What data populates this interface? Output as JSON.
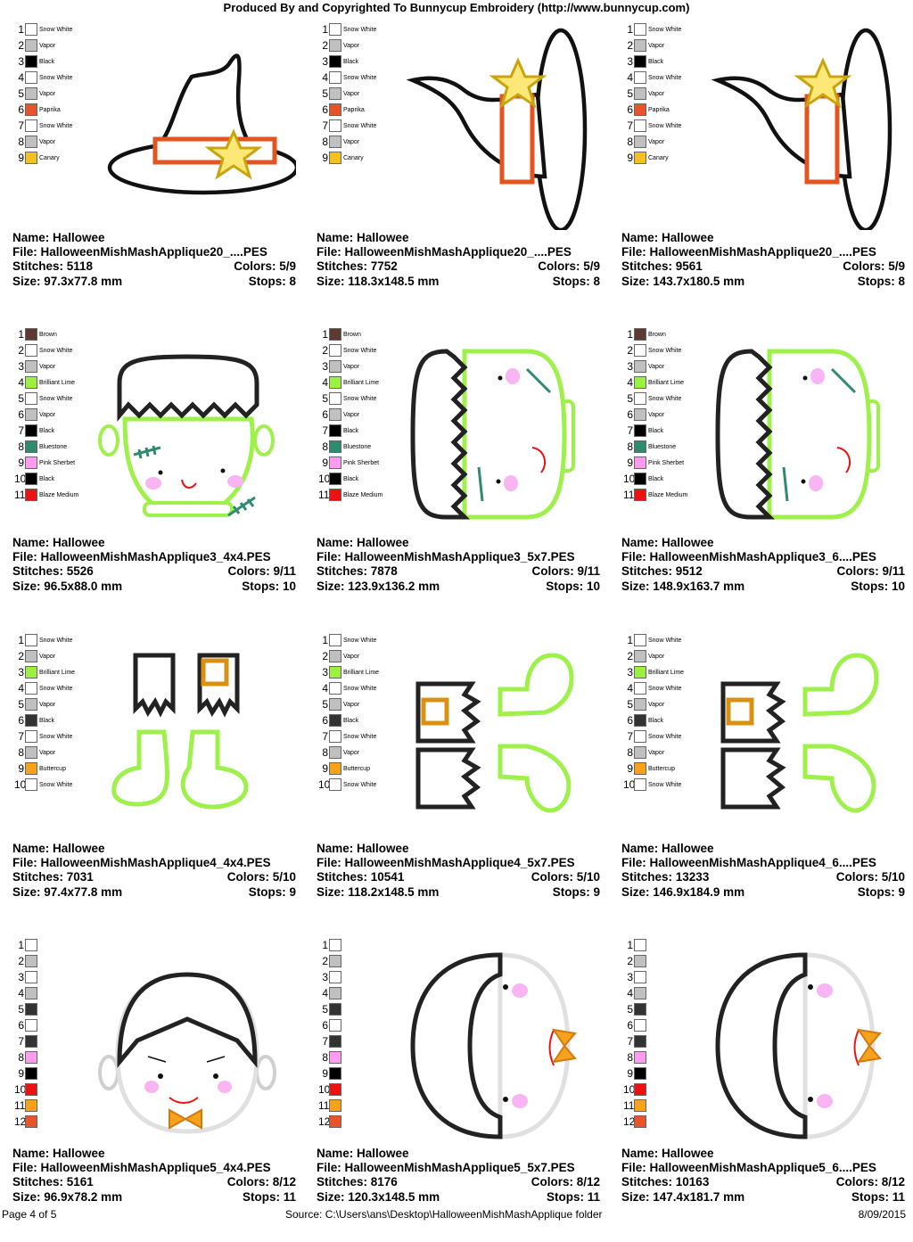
{
  "header": "Produced By and Copyrighted To Bunnycup Embroidery (http://www.bunnycup.com)",
  "footer": {
    "page": "Page 4 of 5",
    "source": "Source: C:\\Users\\ans\\Desktop\\HalloweenMishMashApplique folder",
    "date": "8/09/2015"
  },
  "labels": {
    "name": "Name:",
    "file": "File:",
    "stitches": "Stitches:",
    "size": "Size:",
    "colors": "Colors:",
    "stops": "Stops:"
  },
  "palettes": {
    "hat": [
      {
        "n": "1",
        "name": "Snow White",
        "color": "#ffffff"
      },
      {
        "n": "2",
        "name": "Vapor",
        "color": "#c0c0c0"
      },
      {
        "n": "3",
        "name": "Black",
        "color": "#000000"
      },
      {
        "n": "4",
        "name": "Snow White",
        "color": "#ffffff"
      },
      {
        "n": "5",
        "name": "Vapor",
        "color": "#c0c0c0"
      },
      {
        "n": "6",
        "name": "Paprika",
        "color": "#e8542a"
      },
      {
        "n": "7",
        "name": "Snow White",
        "color": "#ffffff"
      },
      {
        "n": "8",
        "name": "Vapor",
        "color": "#c0c0c0"
      },
      {
        "n": "9",
        "name": "Canary",
        "color": "#f5c21b"
      }
    ],
    "frank": [
      {
        "n": "1",
        "name": "Brown",
        "color": "#5a3a32"
      },
      {
        "n": "2",
        "name": "Snow White",
        "color": "#ffffff"
      },
      {
        "n": "3",
        "name": "Vapor",
        "color": "#c0c0c0"
      },
      {
        "n": "4",
        "name": "Brilliant Lime",
        "color": "#9cf040"
      },
      {
        "n": "5",
        "name": "Snow White",
        "color": "#ffffff"
      },
      {
        "n": "6",
        "name": "Vapor",
        "color": "#c0c0c0"
      },
      {
        "n": "7",
        "name": "Black",
        "color": "#000000"
      },
      {
        "n": "8",
        "name": "Bluestone",
        "color": "#2e8b6e"
      },
      {
        "n": "9",
        "name": "Pink Sherbet",
        "color": "#ff9cf0"
      },
      {
        "n": "10",
        "name": "Black",
        "color": "#000000"
      },
      {
        "n": "11",
        "name": "Blaze Medium",
        "color": "#ee1111"
      }
    ],
    "feet": [
      {
        "n": "1",
        "name": "Snow White",
        "color": "#ffffff"
      },
      {
        "n": "2",
        "name": "Vapor",
        "color": "#c0c0c0"
      },
      {
        "n": "3",
        "name": "Brilliant Lime",
        "color": "#9cf040"
      },
      {
        "n": "4",
        "name": "Snow White",
        "color": "#ffffff"
      },
      {
        "n": "5",
        "name": "Vapor",
        "color": "#c0c0c0"
      },
      {
        "n": "6",
        "name": "Black",
        "color": "#333333"
      },
      {
        "n": "7",
        "name": "Snow White",
        "color": "#ffffff"
      },
      {
        "n": "8",
        "name": "Vapor",
        "color": "#c0c0c0"
      },
      {
        "n": "9",
        "name": "Buttercup",
        "color": "#f7a21b"
      },
      {
        "n": "10",
        "name": "Snow White",
        "color": "#ffffff"
      }
    ],
    "drac": [
      {
        "n": "1",
        "name": "",
        "color": "#ffffff"
      },
      {
        "n": "2",
        "name": "",
        "color": "#c0c0c0"
      },
      {
        "n": "3",
        "name": "",
        "color": "#ffffff"
      },
      {
        "n": "4",
        "name": "",
        "color": "#c0c0c0"
      },
      {
        "n": "5",
        "name": "",
        "color": "#333333"
      },
      {
        "n": "6",
        "name": "",
        "color": "#ffffff"
      },
      {
        "n": "7",
        "name": "",
        "color": "#333333"
      },
      {
        "n": "8",
        "name": "",
        "color": "#ff9cf0"
      },
      {
        "n": "9",
        "name": "",
        "color": "#000000"
      },
      {
        "n": "10",
        "name": "",
        "color": "#ee1111"
      },
      {
        "n": "11",
        "name": "",
        "color": "#f7a21b"
      },
      {
        "n": "12",
        "name": "",
        "color": "#e8542a"
      }
    ]
  },
  "designs": [
    {
      "art": "hat-front",
      "palette": "hat",
      "name": "Hallowee",
      "file": "HalloweenMishMashApplique20_....PES",
      "stitches": "5118",
      "size": "97.3x77.8 mm",
      "colors": "5/9",
      "stops": "8"
    },
    {
      "art": "hat-side",
      "palette": "hat",
      "name": "Hallowee",
      "file": "HalloweenMishMashApplique20_....PES",
      "stitches": "7752",
      "size": "118.3x148.5 mm",
      "colors": "5/9",
      "stops": "8"
    },
    {
      "art": "hat-side",
      "palette": "hat",
      "name": "Hallowee",
      "file": "HalloweenMishMashApplique20_....PES",
      "stitches": "9561",
      "size": "143.7x180.5 mm",
      "colors": "5/9",
      "stops": "8"
    },
    {
      "art": "frank-front",
      "palette": "frank",
      "name": "Hallowee",
      "file": "HalloweenMishMashApplique3_4x4.PES",
      "stitches": "5526",
      "size": "96.5x88.0 mm",
      "colors": "9/11",
      "stops": "10"
    },
    {
      "art": "frank-side",
      "palette": "frank",
      "name": "Hallowee",
      "file": "HalloweenMishMashApplique3_5x7.PES",
      "stitches": "7878",
      "size": "123.9x136.2 mm",
      "colors": "9/11",
      "stops": "10"
    },
    {
      "art": "frank-side",
      "palette": "frank",
      "name": "Hallowee",
      "file": "HalloweenMishMashApplique3_6....PES",
      "stitches": "9512",
      "size": "148.9x163.7 mm",
      "colors": "9/11",
      "stops": "10"
    },
    {
      "art": "feet-front",
      "palette": "feet",
      "name": "Hallowee",
      "file": "HalloweenMishMashApplique4_4x4.PES",
      "stitches": "7031",
      "size": "97.4x77.8 mm",
      "colors": "5/10",
      "stops": "9"
    },
    {
      "art": "feet-side",
      "palette": "feet",
      "name": "Hallowee",
      "file": "HalloweenMishMashApplique4_5x7.PES",
      "stitches": "10541",
      "size": "118.2x148.5 mm",
      "colors": "5/10",
      "stops": "9"
    },
    {
      "art": "feet-side",
      "palette": "feet",
      "name": "Hallowee",
      "file": "HalloweenMishMashApplique4_6....PES",
      "stitches": "13233",
      "size": "146.9x184.9 mm",
      "colors": "5/10",
      "stops": "9"
    },
    {
      "art": "drac-front",
      "palette": "drac",
      "name": "Hallowee",
      "file": "HalloweenMishMashApplique5_4x4.PES",
      "stitches": "5161",
      "size": "96.9x78.2 mm",
      "colors": "8/12",
      "stops": "11"
    },
    {
      "art": "drac-side",
      "palette": "drac",
      "name": "Hallowee",
      "file": "HalloweenMishMashApplique5_5x7.PES",
      "stitches": "8176",
      "size": "120.3x148.5 mm",
      "colors": "8/12",
      "stops": "11"
    },
    {
      "art": "drac-side",
      "palette": "drac",
      "name": "Hallowee",
      "file": "HalloweenMishMashApplique5_6....PES",
      "stitches": "10163",
      "size": "147.4x181.7 mm",
      "colors": "8/12",
      "stops": "11"
    }
  ]
}
